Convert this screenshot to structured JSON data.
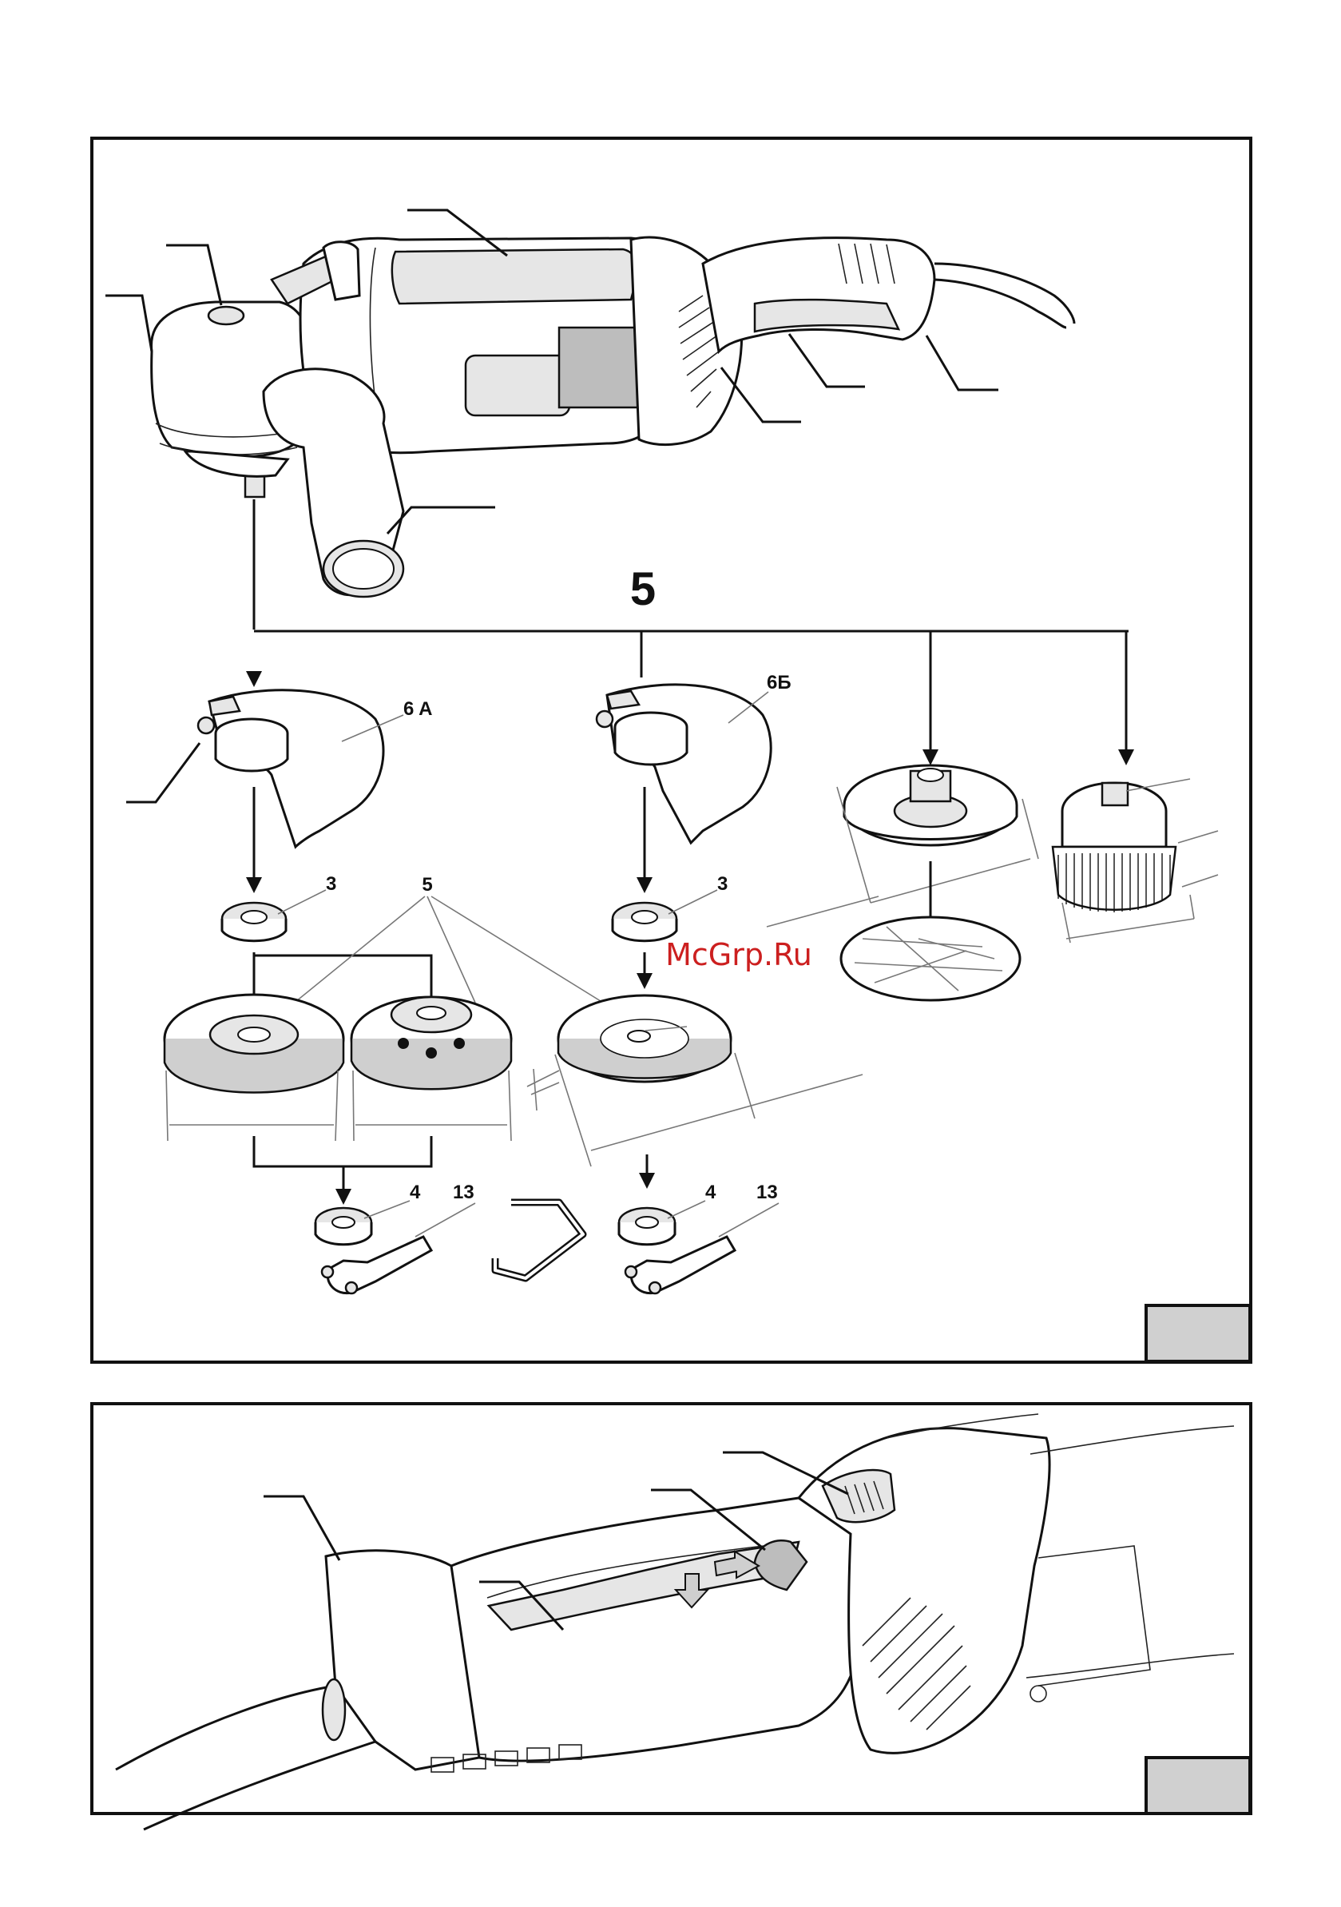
{
  "figure_top": {
    "labels": {
      "five_big": "5",
      "guard_a": "6 A",
      "guard_b": "6Б",
      "nut3_left": "3",
      "nut3_right": "3",
      "discs_5": "5",
      "flange4_left": "4",
      "wrench13_left": "13",
      "flange4_right": "4",
      "wrench13_right": "13"
    }
  },
  "watermark": "McGrp.Ru",
  "colors": {
    "line": "#111111",
    "leader": "#777777",
    "watermark": "#cc1f1f",
    "badge": "#d0d0d0"
  }
}
